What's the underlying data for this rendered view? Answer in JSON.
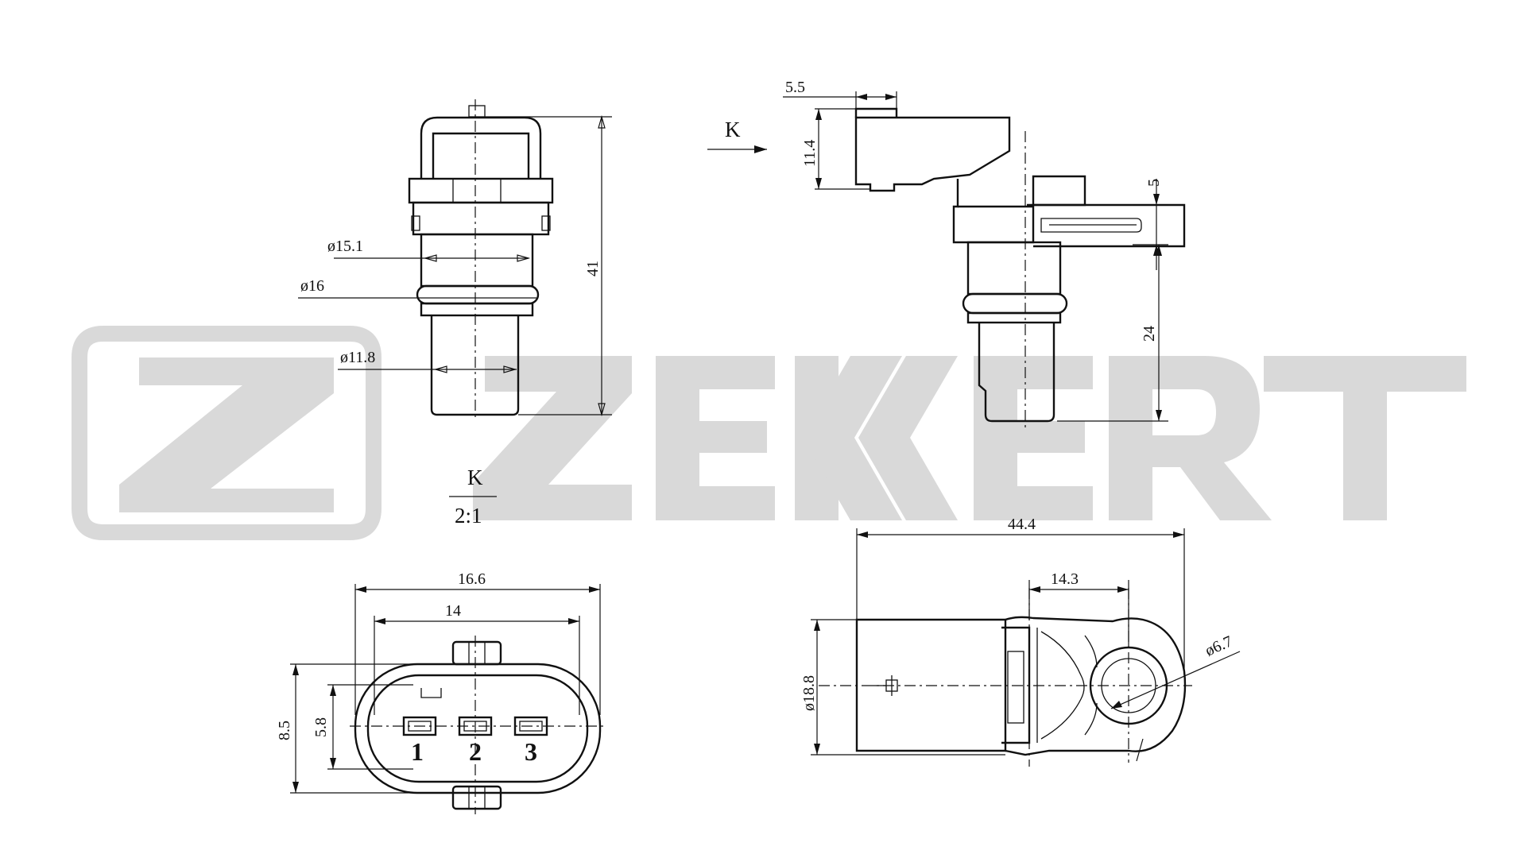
{
  "watermark": {
    "brand": "ZEKKERT",
    "color": "#d9d9d9"
  },
  "front_view": {
    "dims": {
      "d_body": "ø15.1",
      "d_ring": "ø16",
      "d_tip": "ø11.8",
      "height": "41"
    }
  },
  "side_view": {
    "view_label": "K",
    "dims": {
      "tab_width": "5.5",
      "connector_height": "11.4",
      "flange_thickness": "5",
      "insertion_length": "24"
    }
  },
  "section_label": {
    "letter": "K",
    "scale": "2:1"
  },
  "connector_view": {
    "dims": {
      "outer_width": "16.6",
      "inner_width": "14",
      "outer_height": "8.5",
      "inner_height": "5.8"
    },
    "pins": [
      "1",
      "2",
      "3"
    ]
  },
  "top_view": {
    "dims": {
      "overall_length": "44.4",
      "hole_offset": "14.3",
      "hole_diameter": "ø6.7",
      "body_diameter": "ø18.8"
    }
  }
}
